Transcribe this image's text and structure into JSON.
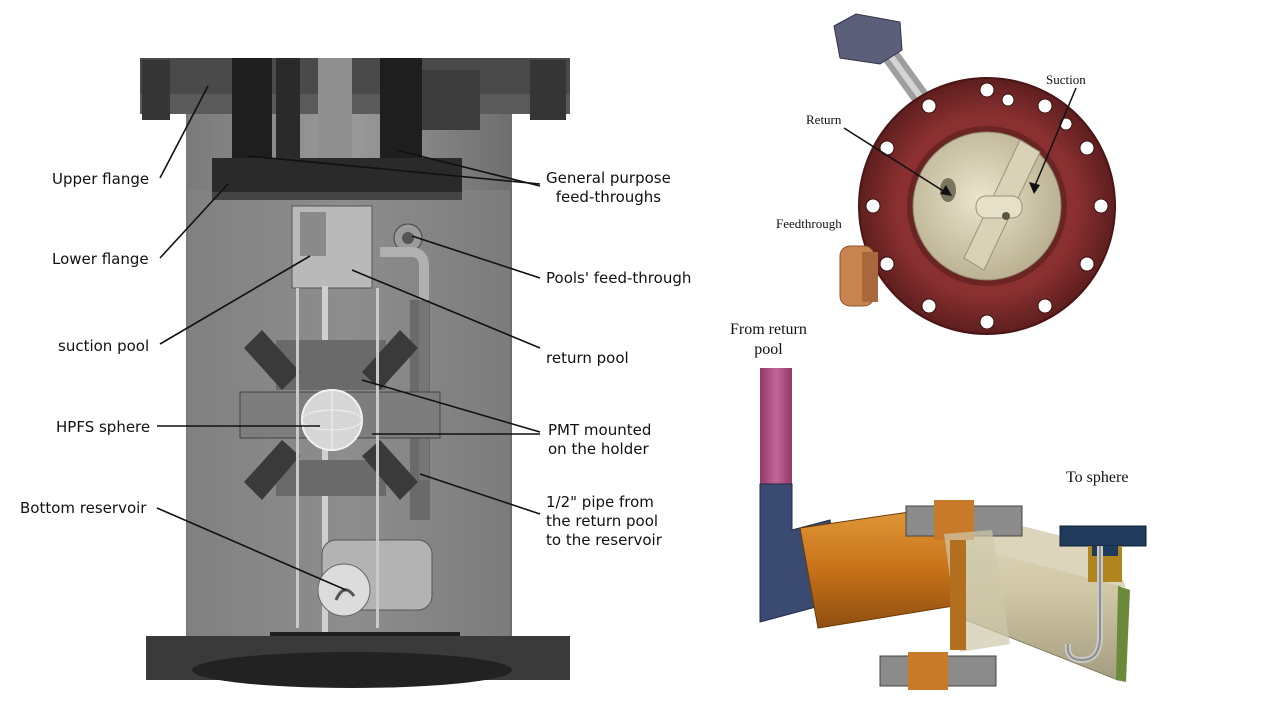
{
  "left_labels": {
    "upper_flange": "Upper flange",
    "lower_flange": "Lower flange",
    "suction_pool": "suction pool",
    "hpfs_sphere": "HPFS sphere",
    "bottom_reservoir": "Bottom reservoir",
    "general_purpose_feedthroughs": "General purpose\nfeed-throughs",
    "pools_feedthrough": "Pools' feed-through",
    "return_pool": "return pool",
    "pmt_mounted": "PMT mounted\non the holder",
    "half_inch_pipe": "1/2\" pipe from\nthe return pool\nto the reservoir"
  },
  "top_right_labels": {
    "suction": "Suction",
    "return": "Return",
    "feedthrough": "Feedthrough"
  },
  "bottom_right_labels": {
    "from_return_pool": "From return\npool",
    "to_sphere": "To sphere"
  },
  "colors": {
    "flange_red": "#7a2a2a",
    "copper": "#c8834e",
    "pipe_pink": "#b04f80",
    "orange_body": "#c9731a",
    "beige_body": "#cfc6a4",
    "steel_dark": "#3c3c3c",
    "navy": "#3a4a70"
  }
}
